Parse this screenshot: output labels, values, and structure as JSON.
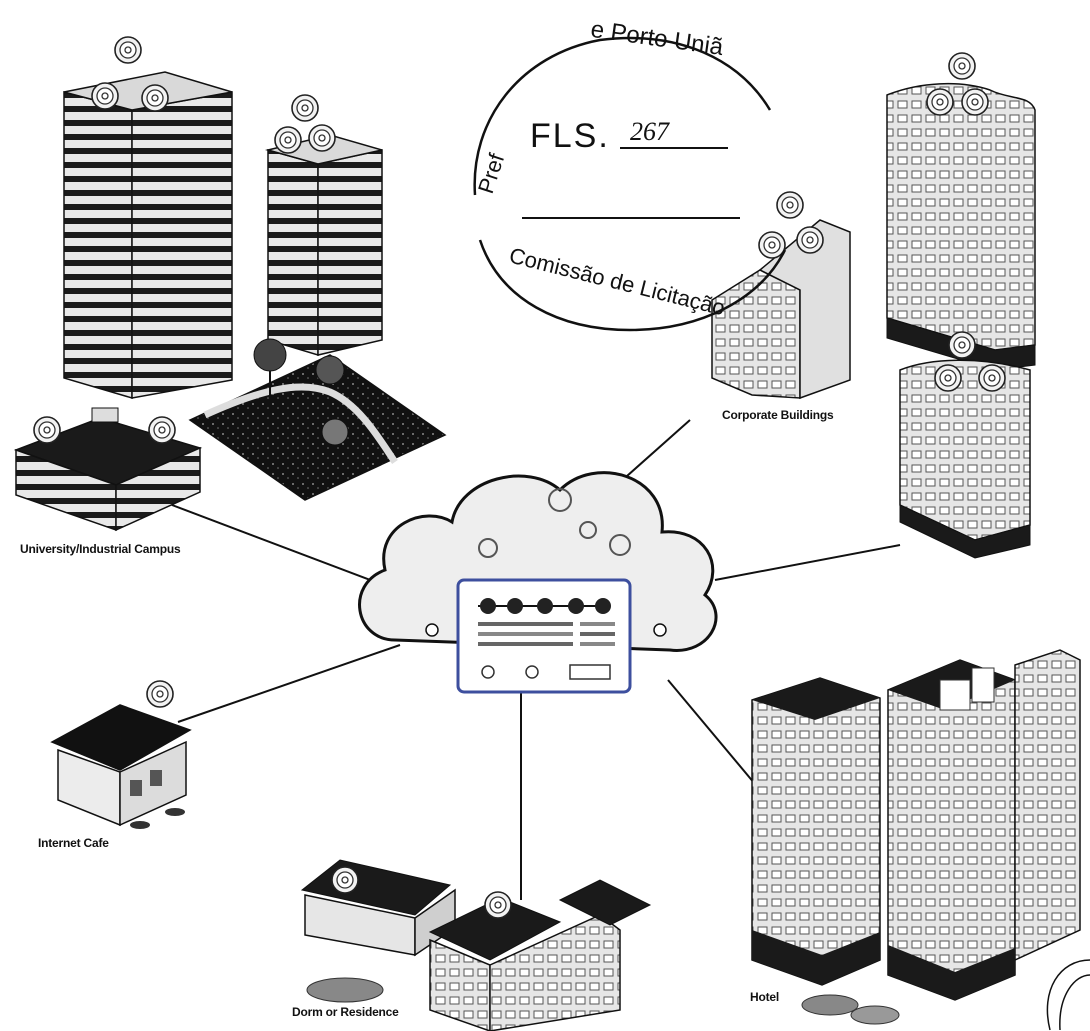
{
  "labels": {
    "campus": "University/Industrial Campus",
    "corporate": "Corporate Buildings",
    "cafe": "Internet Cafe",
    "dorm": "Dorm or Residence",
    "hotel": "Hotel"
  },
  "stamp": {
    "top_arc": "e Porto Uniã",
    "left_arc": "Pref",
    "fls": "FLS.",
    "fls_number": "267",
    "bottom_arc": "Comissão de Licitação"
  },
  "colors": {
    "ink": "#111111",
    "building_light": "#e6e6e6",
    "building_dark": "#1a1a1a",
    "cloud_fill": "#eeeeee",
    "screen_frame": "#3d4f9e"
  }
}
